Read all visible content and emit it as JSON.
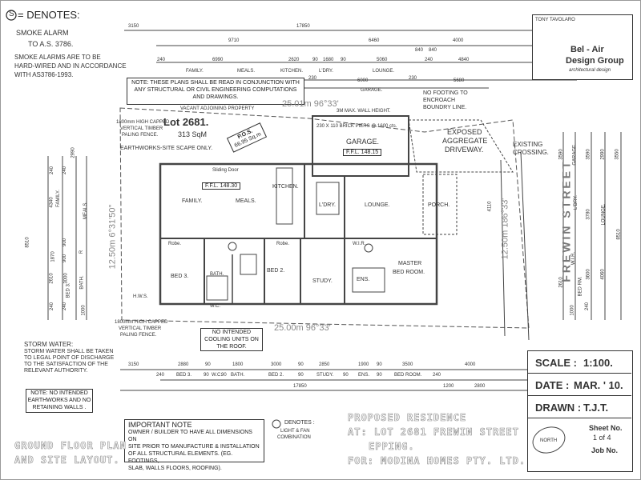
{
  "smoke": {
    "symbol": "S",
    "denotes": "= DENOTES:",
    "line1": "SMOKE ALARM",
    "line2": "TO A.S. 3786.",
    "note": [
      "SMOKE ALARMS ARE TO BE",
      "HARD-WIRED AND IN  ACCORDANCE",
      "WITH AS3786-1993."
    ]
  },
  "top_dims": {
    "row1": [
      "3150",
      "17850"
    ],
    "row2": [
      "9710",
      "6460",
      "4000"
    ],
    "row2b": [
      "840",
      "840"
    ],
    "row3": [
      "240",
      "6990",
      "2620",
      "90",
      "1680",
      "90",
      "5060",
      "240",
      "4840"
    ],
    "row3_labels": [
      "FAMILY.",
      "MEALS.",
      "KITCHEN.",
      "L'DRY.",
      "LOUNGE."
    ],
    "row4": [
      "230",
      "6000",
      "230",
      "5680"
    ],
    "garage": "GARAGE."
  },
  "read_note": "NOTE: THESE PLANS SHALL BE READ IN CONJUNCTION WITH ANY STRUCTURAL OR CIVIL ENGINEERING COMPUTATIONS AND DRAWINGS.",
  "vacant": "VACANT ADJOINING PROPERTY",
  "lot": {
    "title": "Lot 2681.",
    "area": "313 SqM",
    "pos": "P.O.S.",
    "pos_area": "66.95 Sq.m"
  },
  "fence_top": [
    "1800mm HIGH CAPPED",
    "VERTICAL TIMBER",
    "PALING FENCE."
  ],
  "earthworks": "EARTHWORKS-SITE SCAPE ONLY.",
  "boundary_top": "25.01m  96°33'",
  "boundary_bottom": "25.00m  96°33'",
  "boundary_left": "12.50m  6°31'50\"",
  "boundary_right": "12.50m  186°33'",
  "wall_height": "3M MAX. WALL HEIGHT.",
  "piers": "230 X 110 BRICK PIERS @ 1600 cts.",
  "no_footing": [
    "NO FOOTING TO",
    "ENCROACH",
    "BOUNDRY LINE."
  ],
  "garage_label": "GARAGE.",
  "ffl_garage": "F.F.L. 148.15",
  "ffl_house": "F.F.L. 148.30",
  "driveway": [
    "EXPOSED",
    "AGGREGATE",
    "DRIVEWAY."
  ],
  "crossing": [
    "EXISTING",
    "CROSSING."
  ],
  "street": "FREWIN  STREET",
  "rooms": {
    "family": "FAMILY.",
    "meals": "MEALS.",
    "kitchen": "KITCHEN.",
    "ldry": "L'DRY.",
    "lounge": "LOUNGE.",
    "porch": "PORCH.",
    "bed3": "BED 3.",
    "bath": "BATH.",
    "bed2": "BED 2.",
    "study": "STUDY.",
    "ens": "ENS.",
    "master": "MASTER",
    "bedroom": "BED ROOM.",
    "robe1": "Robe.",
    "robe2": "Robe.",
    "wir": "W.I.R.",
    "hws": "H.W.S.",
    "sliding": "Sliding Door",
    "wc": "W.C."
  },
  "fence_bottom": [
    "1800mm HIGH CAPPED",
    "VERTICAL TIMBER",
    "PALING FENCE."
  ],
  "cooling": [
    "NO INTENDED",
    "COOLING UNITS ON",
    "THE ROOF."
  ],
  "storm": {
    "title": "STORM WATER:",
    "lines": [
      "STORM WATER SHALL BE TAKEN",
      "TO LEGAL POINT OF DISCHARGE",
      "TO THE SATISFACTION OF THE",
      "RELEVANT AUTHORITY."
    ]
  },
  "bottom_dims": {
    "row1": [
      "3150",
      "2880",
      "90",
      "1800",
      "3000",
      "90",
      "2850",
      "1900",
      "90",
      "3500",
      "4000"
    ],
    "row2": [
      "240",
      "BED 3.",
      "90",
      "W.C.",
      "90",
      "BATH.",
      "BED 2.",
      "90",
      "STUDY.",
      "90",
      "ENS.",
      "90",
      "BED ROOM.",
      "240"
    ],
    "row3": [
      "17850",
      "1200",
      "2800"
    ]
  },
  "earthworks_note": [
    "NOTE: NO INTENDED",
    "EARTHWORKS AND NO",
    "RETAINING WALLS ."
  ],
  "important": {
    "title": "IMPORTANT NOTE",
    "lines": [
      "OWNER / BUILDER TO HAVE ALL DIMENSIONS ON",
      "SITE PRIOR TO MANUFACTURE & INSTALLATION",
      "OF ALL STRUCTURAL ELEMENTS. (EG. FOOTINGS,",
      "SLAB, WALLS FLOORS, ROOFING)."
    ]
  },
  "light": {
    "denotes": "DENOTES :",
    "line1": "LIGHT & FAN",
    "line2": "COMBINATION"
  },
  "project": {
    "line1": "PROPOSED RESIDENCE",
    "line2": "AT: LOT 2681 FREWIN STREET",
    "line3": "EPPING.",
    "line4": "FOR: MODINA HOMES PTY. LTD."
  },
  "plan_title": [
    "GROUND FLOOR PLAN",
    "AND SITE LAYOUT."
  ],
  "title_block": {
    "scale_label": "SCALE :",
    "scale": "1:100.",
    "date_label": "DATE :",
    "date": "MAR. ' 10.",
    "drawn_label": "DRAWN :",
    "drawn": "T.J.T.",
    "sheet": "Sheet No.",
    "sheet_no": "1 of 4",
    "job": "Job No.",
    "north": "NORTH"
  },
  "logo": {
    "name": "Bel - Air",
    "sub": "Design Group",
    "tag": "architectural design",
    "contact": "TONY TAVOLARO"
  },
  "left_dims": [
    "2990",
    "4340",
    "8510",
    "2610",
    "240",
    "1000",
    "240",
    "240",
    "900",
    "900",
    "240",
    "3000",
    "1870"
  ],
  "left_labels": [
    "FAMILY.",
    "MEALS.",
    "BED 3.",
    "BATH.",
    "R"
  ],
  "right_dims": [
    "3590",
    "2990",
    "4110",
    "3590",
    "3550",
    "3780",
    "8510",
    "1000",
    "2610",
    "240",
    "3600",
    "4060"
  ],
  "right_labels": [
    "GARAGE.",
    "L'DRY.",
    "LOUNGE.",
    "W.I.R.",
    "BED RM."
  ]
}
